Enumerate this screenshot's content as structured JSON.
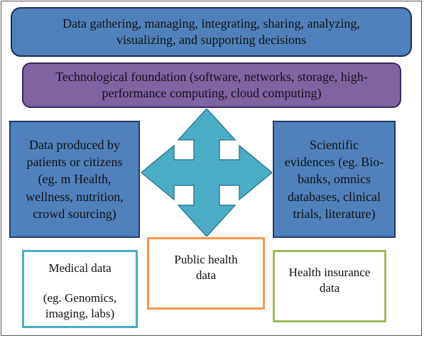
{
  "diagram": {
    "top": "Data gathering, managing, integrating, sharing, analyzing,\nvisualizing, and supporting decisions",
    "foundation": "Technological foundation (software, networks, storage, high-\nperformance computing, cloud computing)",
    "left": "Data produced by\npatients or citizens\n(eg. m Health,\nwellness, nutrition,\ncrowd sourcing)",
    "right": "Scientific\nevidences (eg. Bio-\nbanks, omnics\ndatabases, clinical\ntrials, literature)",
    "medical_title": "Medical data",
    "medical_sub": "(eg. Genomics,\nimaging, labs)",
    "public": "Public health\ndata",
    "insurance": "Health insurance\ndata"
  },
  "colors": {
    "blue_box": "#4f81bd",
    "purple_box": "#8064a2",
    "arrow_fill": "#4bacc6",
    "medical_border": "#4bacc6",
    "public_border": "#f79646",
    "insurance_border": "#9bbb59"
  }
}
